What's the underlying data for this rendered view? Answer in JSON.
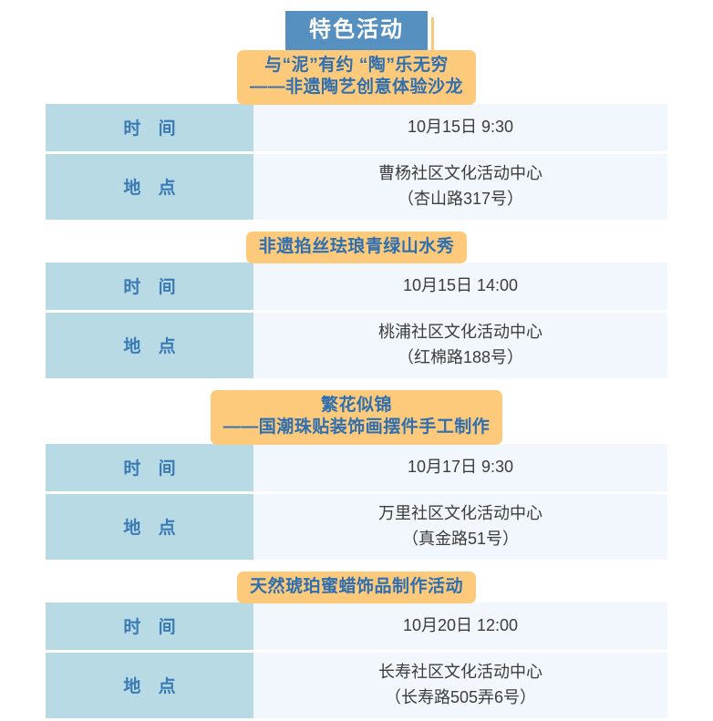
{
  "header": {
    "badge_label": "特色活动",
    "badge_bg_color": "#5590c0",
    "badge_text_color": "#ffffff",
    "accent_color": "#f9c97c"
  },
  "theme": {
    "title_bg_color": "#fcca7a",
    "title_text_color": "#2f6fb0",
    "label_bg_color": "#b8dae5",
    "label_text_color": "#3a7ab5",
    "value_bg_color": "#f2f7fd",
    "value_text_color": "#3c3c3c"
  },
  "labels": {
    "time": "时 间",
    "place": "地 点"
  },
  "events": [
    {
      "title": "与“泥”有约 “陶”乐无穷\n——非遗陶艺创意体验沙龙",
      "time": "10月15日 9:30",
      "place_name": "曹杨社区文化活动中心",
      "place_address": "（杏山路317号）"
    },
    {
      "title": "非遗掐丝珐琅青绿山水秀",
      "time": "10月15日 14:00",
      "place_name": "桃浦社区文化活动中心",
      "place_address": "（红棉路188号）"
    },
    {
      "title": "繁花似锦\n——国潮珠贴装饰画摆件手工制作",
      "time": "10月17日 9:30",
      "place_name": "万里社区文化活动中心",
      "place_address": "（真金路51号）"
    },
    {
      "title": "天然琥珀蜜蜡饰品制作活动",
      "time": "10月20日 12:00",
      "place_name": "长寿社区文化活动中心",
      "place_address": "（长寿路505弄6号）"
    }
  ]
}
